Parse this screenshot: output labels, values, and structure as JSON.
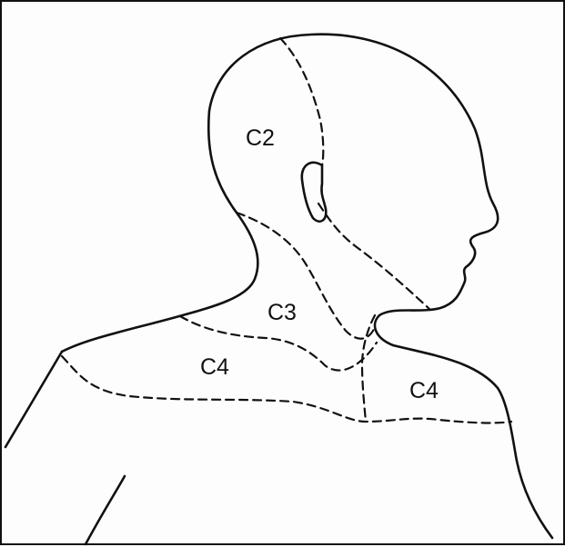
{
  "figure": {
    "title": "",
    "labels": {
      "c2": "C2",
      "c3": "C3",
      "c4_shoulder": "C4",
      "c4_chest": "C4"
    }
  }
}
